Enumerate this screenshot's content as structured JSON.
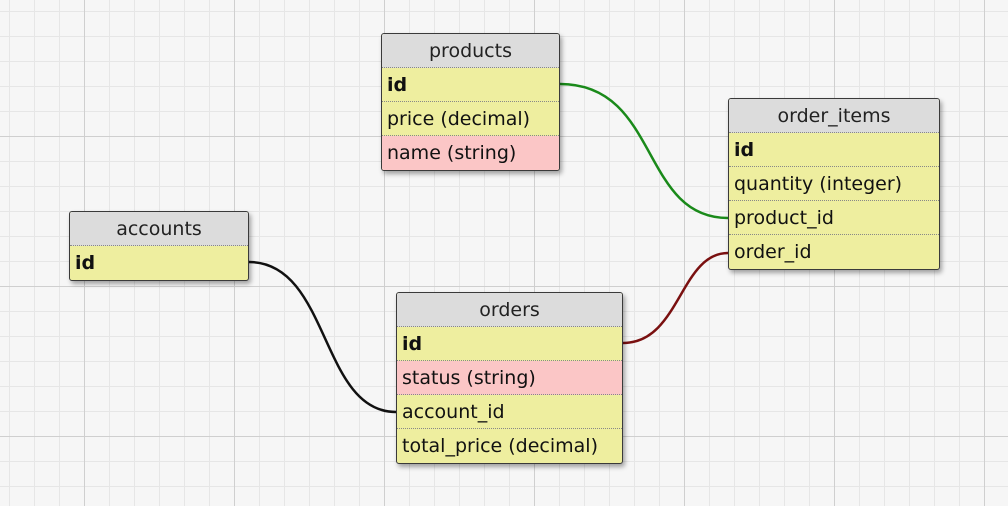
{
  "tables": {
    "products": {
      "title": "products",
      "rows": [
        "id",
        "price (decimal)",
        "name (string)"
      ]
    },
    "order_items": {
      "title": "order_items",
      "rows": [
        "id",
        "quantity (integer)",
        "product_id",
        "order_id"
      ]
    },
    "accounts": {
      "title": "accounts",
      "rows": [
        "id"
      ]
    },
    "orders": {
      "title": "orders",
      "rows": [
        "id",
        "status (string)",
        "account_id",
        "total_price (decimal)"
      ]
    }
  },
  "relations": [
    {
      "from": "products.id",
      "to": "order_items.product_id",
      "color": "#1a8a1a"
    },
    {
      "from": "orders.id",
      "to": "order_items.order_id",
      "color": "#7a1010"
    },
    {
      "from": "accounts.id",
      "to": "orders.account_id",
      "color": "#111111"
    }
  ],
  "colors": {
    "row_fill": "#eeee9f",
    "string_attr_fill": "#fbc6c6",
    "header_fill": "#dcdcdc"
  }
}
